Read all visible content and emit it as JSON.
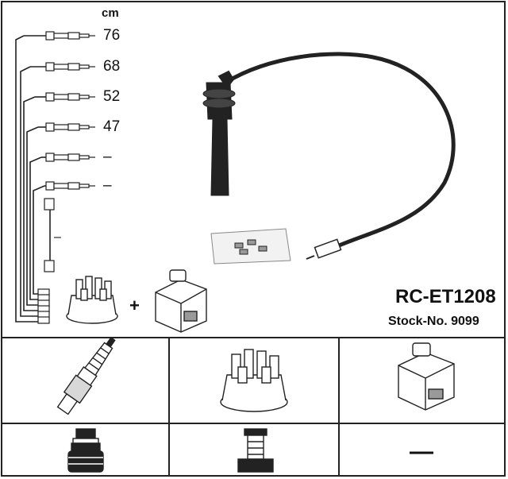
{
  "header": {
    "unit": "cm"
  },
  "leads": [
    {
      "length": "76"
    },
    {
      "length": "68"
    },
    {
      "length": "52"
    },
    {
      "length": "47"
    },
    {
      "length": "–"
    },
    {
      "length": "–"
    }
  ],
  "extra_lead": {
    "length": "–"
  },
  "kit": {
    "part_number": "RC-ET1208",
    "stock_label": "Stock-No. 9099",
    "plus": "+"
  },
  "table": {
    "row1": [
      "spark-plug-icon",
      "distributor-cap-icon",
      "ignition-coil-icon"
    ],
    "row2": [
      "plug-boot-icon",
      "cap-terminal-icon",
      "none"
    ],
    "row2_col3_text": "—"
  },
  "colors": {
    "line": "#222222",
    "fill_light": "#d8d8d8",
    "fill_mid": "#9a9a9a"
  }
}
